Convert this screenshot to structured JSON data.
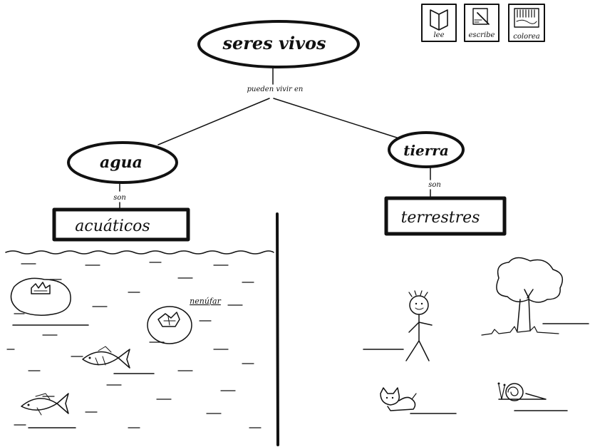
{
  "concept_map": {
    "root": "seres vivos",
    "root_link": "pueden vivir en",
    "left_node": "agua",
    "left_link": "son",
    "left_result": "acuáticos",
    "right_node": "tierra",
    "right_link": "son",
    "right_result": "terrestres"
  },
  "activity_icons": [
    {
      "label": "lee",
      "icon": "book-icon"
    },
    {
      "label": "escribe",
      "icon": "pencil-icon"
    },
    {
      "label": "colorea",
      "icon": "crayons-icon"
    }
  ],
  "water_scene": {
    "label": "nenúfar",
    "items": [
      "water-lily-icon",
      "water-lily-flower-icon",
      "fish-icon",
      "fish-icon"
    ]
  },
  "land_scene": {
    "items": [
      "person-icon",
      "tree-icon",
      "cat-icon",
      "snail-icon"
    ]
  }
}
